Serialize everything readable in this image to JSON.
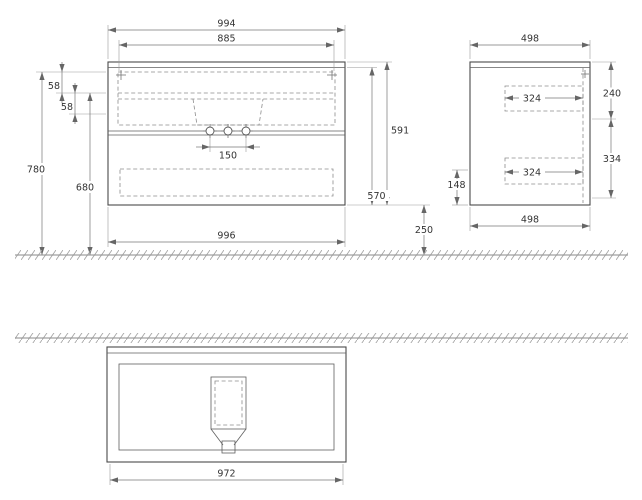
{
  "front_view": {
    "top_width": "994",
    "basin_width": "885",
    "offset_a": "58",
    "offset_b": "58",
    "total_height": "780",
    "underside_height": "680",
    "cabinet_height": "591",
    "front_height": "570",
    "floor_clearance": "250",
    "tap_spacing": "150",
    "bottom_width": "996"
  },
  "side_view": {
    "top_depth": "498",
    "upper_section": "240",
    "lower_section": "334",
    "upper_drawer_depth": "324",
    "lower_drawer_depth": "324",
    "recess_height": "148",
    "bottom_depth": "498"
  },
  "plan_view": {
    "cabinet_width": "972"
  }
}
